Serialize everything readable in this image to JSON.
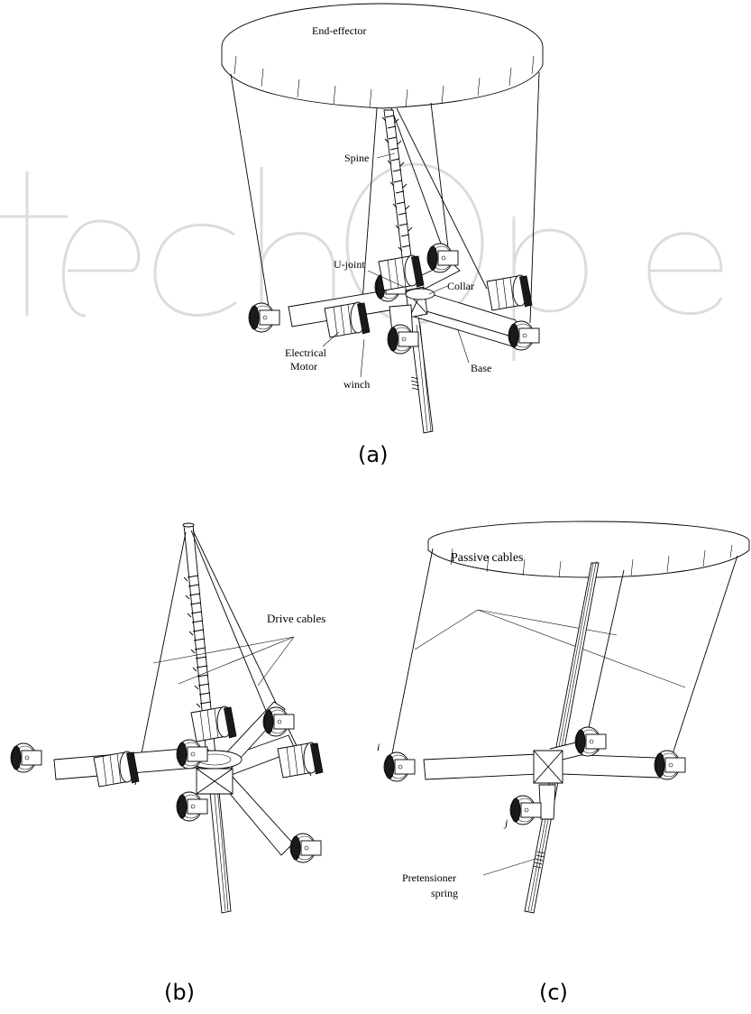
{
  "figure": {
    "panel_a": {
      "caption": "(a)",
      "labels": {
        "end_effector": "End-effector",
        "spine": "Spine",
        "u_joint": "U-joint",
        "collar": "Collar",
        "electrical_motor_line1": "Electrical",
        "electrical_motor_line2": "Motor",
        "winch": "winch",
        "base": "Base"
      }
    },
    "panel_b": {
      "caption": "(b)",
      "labels": {
        "drive_cables": "Drive cables"
      }
    },
    "panel_c": {
      "caption": "(c)",
      "labels": {
        "passive_cables": "Passive cables",
        "node_i": "i",
        "node_j": "j",
        "pretensioner_line1": "Pretensioner",
        "pretensioner_line2": "spring"
      }
    },
    "colors": {
      "line": "#000000",
      "watermark": "#dcdcdc",
      "background": "#ffffff"
    }
  }
}
